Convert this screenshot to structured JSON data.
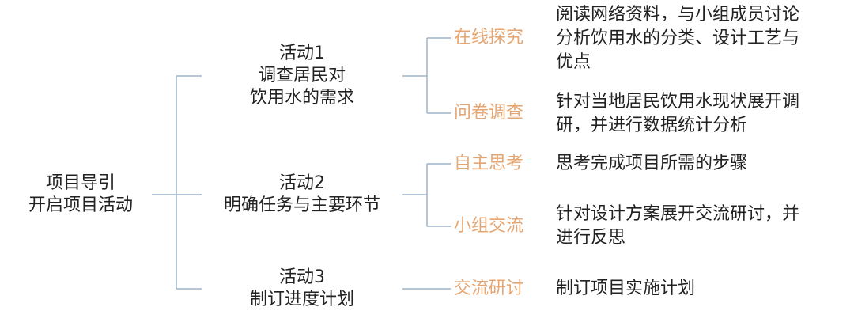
{
  "root": {
    "line1": "项目导引",
    "line2": "开启项目活动"
  },
  "activities": [
    {
      "title": "活动1",
      "lines": [
        "调查居民对",
        "饮用水的需求"
      ],
      "steps": [
        {
          "label": "在线探究",
          "desc": [
            "阅读网络资料，与小组成员讨论",
            "分析饮用水的分类、设计工艺与",
            "优点"
          ]
        },
        {
          "label": "问卷调查",
          "desc": [
            "针对当地居民饮用水现状展开调",
            "研，并进行数据统计分析"
          ]
        }
      ]
    },
    {
      "title": "活动2",
      "lines": [
        "明确任务与主要环节"
      ],
      "steps": [
        {
          "label": "自主思考",
          "desc": [
            "思考完成项目所需的步骤"
          ]
        },
        {
          "label": "小组交流",
          "desc": [
            "针对设计方案展开交流研讨，并",
            "进行反思"
          ]
        }
      ]
    },
    {
      "title": "活动3",
      "lines": [
        "制订进度计划"
      ],
      "steps": [
        {
          "label": "交流研讨",
          "desc": [
            "制订项目实施计划"
          ]
        }
      ]
    }
  ],
  "colors": {
    "line": "#9fb4c8",
    "step": "#e6a672"
  }
}
